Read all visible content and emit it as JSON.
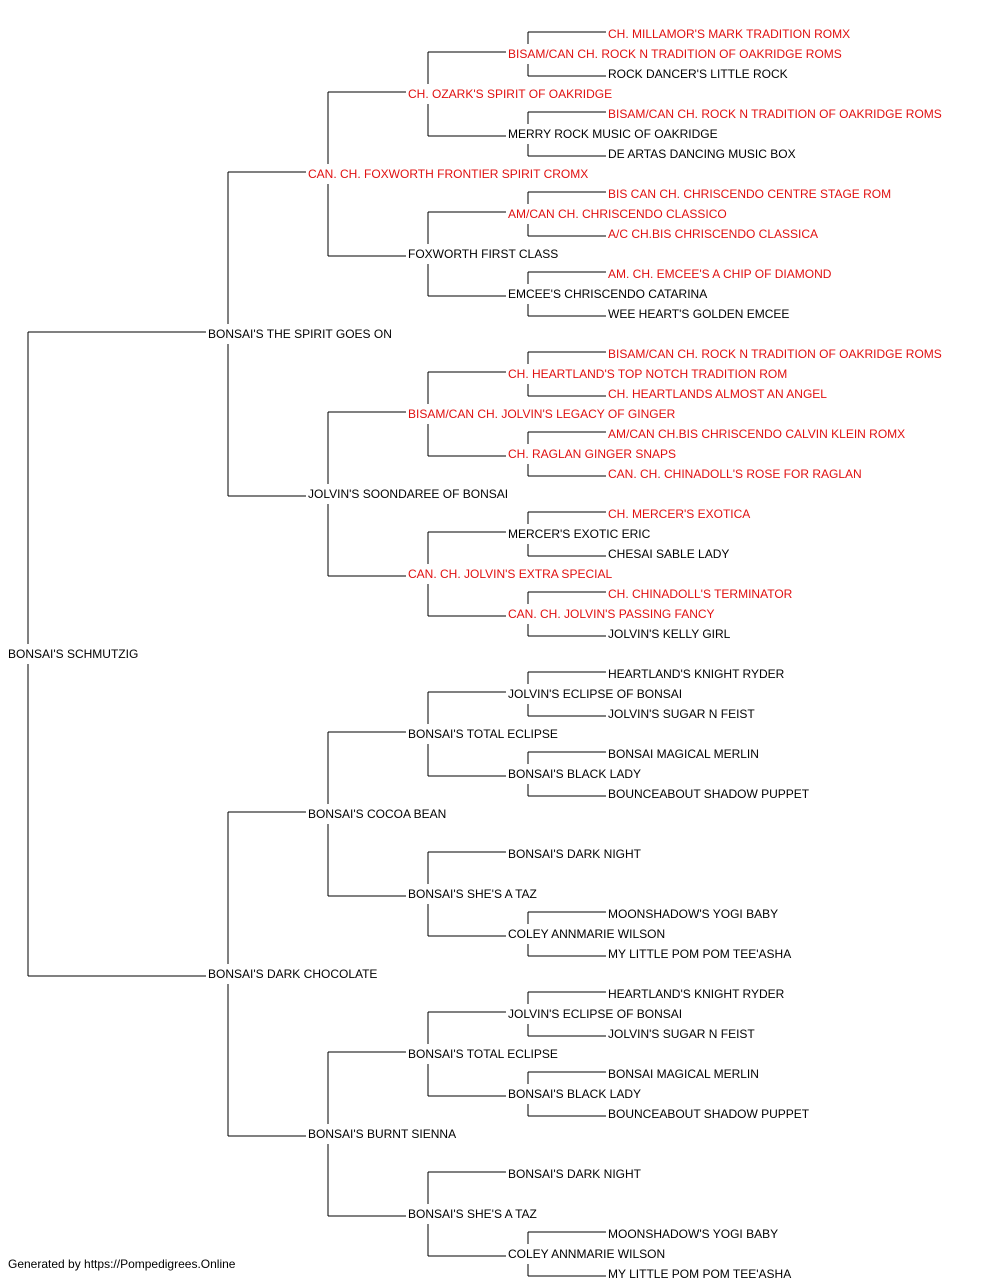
{
  "colors": {
    "champion": "#e01010",
    "normal": "#000000",
    "lines": "#000000"
  },
  "footer": "Generated by https://Pompedigrees.Online",
  "pedigree": {
    "name": "BONSAI'S SCHMUTZIG",
    "champion": false,
    "sire": {
      "name": "BONSAI'S THE SPIRIT GOES ON",
      "champion": false,
      "sire": {
        "name": "CAN. CH. FOXWORTH FRONTIER SPIRIT CROMX",
        "champion": true,
        "sire": {
          "name": "CH. OZARK'S SPIRIT OF OAKRIDGE",
          "champion": true,
          "sire": {
            "name": "BISAM/CAN CH. ROCK N TRADITION OF OAKRIDGE ROMS",
            "champion": true,
            "sire": {
              "name": "CH. MILLAMOR'S MARK TRADITION ROMX",
              "champion": true
            },
            "dam": {
              "name": "ROCK DANCER'S LITTLE ROCK",
              "champion": false
            }
          },
          "dam": {
            "name": "MERRY ROCK MUSIC OF OAKRIDGE",
            "champion": false,
            "sire": {
              "name": "BISAM/CAN CH. ROCK N TRADITION OF OAKRIDGE ROMS",
              "champion": true
            },
            "dam": {
              "name": "DE ARTAS DANCING MUSIC BOX",
              "champion": false
            }
          }
        },
        "dam": {
          "name": "FOXWORTH FIRST CLASS",
          "champion": false,
          "sire": {
            "name": "AM/CAN CH. CHRISCENDO CLASSICO",
            "champion": true,
            "sire": {
              "name": "BIS CAN CH. CHRISCENDO CENTRE STAGE ROM",
              "champion": true
            },
            "dam": {
              "name": "A/C CH.BIS CHRISCENDO CLASSICA",
              "champion": true
            }
          },
          "dam": {
            "name": "EMCEE'S CHRISCENDO CATARINA",
            "champion": false,
            "sire": {
              "name": "AM. CH. EMCEE'S A CHIP OF DIAMOND",
              "champion": true
            },
            "dam": {
              "name": "WEE HEART'S GOLDEN EMCEE",
              "champion": false
            }
          }
        }
      },
      "dam": {
        "name": "JOLVIN'S SOONDAREE OF BONSAI",
        "champion": false,
        "sire": {
          "name": "BISAM/CAN CH. JOLVIN'S LEGACY OF GINGER",
          "champion": true,
          "sire": {
            "name": "CH. HEARTLAND'S TOP NOTCH TRADITION ROM",
            "champion": true,
            "sire": {
              "name": "BISAM/CAN CH. ROCK N TRADITION OF OAKRIDGE ROMS",
              "champion": true
            },
            "dam": {
              "name": "CH. HEARTLANDS ALMOST AN ANGEL",
              "champion": true
            }
          },
          "dam": {
            "name": "CH. RAGLAN GINGER SNAPS",
            "champion": true,
            "sire": {
              "name": "AM/CAN CH.BIS CHRISCENDO CALVIN KLEIN ROMX",
              "champion": true
            },
            "dam": {
              "name": "CAN. CH. CHINADOLL'S ROSE FOR RAGLAN",
              "champion": true
            }
          }
        },
        "dam": {
          "name": "CAN. CH. JOLVIN'S EXTRA SPECIAL",
          "champion": true,
          "sire": {
            "name": "MERCER'S EXOTIC ERIC",
            "champion": false,
            "sire": {
              "name": "CH. MERCER'S EXOTICA",
              "champion": true
            },
            "dam": {
              "name": "CHESAI SABLE LADY",
              "champion": false
            }
          },
          "dam": {
            "name": "CAN. CH. JOLVIN'S PASSING FANCY",
            "champion": true,
            "sire": {
              "name": "CH. CHINADOLL'S TERMINATOR",
              "champion": true
            },
            "dam": {
              "name": "JOLVIN'S KELLY GIRL",
              "champion": false
            }
          }
        }
      }
    },
    "dam": {
      "name": "BONSAI'S DARK CHOCOLATE",
      "champion": false,
      "sire": {
        "name": "BONSAI'S COCOA BEAN",
        "champion": false,
        "sire": {
          "name": "BONSAI'S TOTAL ECLIPSE",
          "champion": false,
          "sire": {
            "name": "JOLVIN'S ECLIPSE OF BONSAI",
            "champion": false,
            "sire": {
              "name": "HEARTLAND'S KNIGHT RYDER",
              "champion": false
            },
            "dam": {
              "name": "JOLVIN'S SUGAR N FEIST",
              "champion": false
            }
          },
          "dam": {
            "name": "BONSAI'S BLACK LADY",
            "champion": false,
            "sire": {
              "name": "BONSAI MAGICAL MERLIN",
              "champion": false
            },
            "dam": {
              "name": "BOUNCEABOUT SHADOW PUPPET",
              "champion": false
            }
          }
        },
        "dam": {
          "name": "BONSAI'S SHE'S A TAZ",
          "champion": false,
          "sire": {
            "name": "BONSAI'S DARK NIGHT",
            "champion": false
          },
          "dam": {
            "name": "COLEY ANNMARIE WILSON",
            "champion": false,
            "sire": {
              "name": "MOONSHADOW'S YOGI BABY",
              "champion": false
            },
            "dam": {
              "name": "MY LITTLE POM POM TEE'ASHA",
              "champion": false
            }
          }
        }
      },
      "dam": {
        "name": "BONSAI'S BURNT SIENNA",
        "champion": false,
        "sire": {
          "name": "BONSAI'S TOTAL ECLIPSE",
          "champion": false,
          "sire": {
            "name": "JOLVIN'S ECLIPSE OF BONSAI",
            "champion": false,
            "sire": {
              "name": "HEARTLAND'S KNIGHT RYDER",
              "champion": false
            },
            "dam": {
              "name": "JOLVIN'S SUGAR N FEIST",
              "champion": false
            }
          },
          "dam": {
            "name": "BONSAI'S BLACK LADY",
            "champion": false,
            "sire": {
              "name": "BONSAI MAGICAL MERLIN",
              "champion": false
            },
            "dam": {
              "name": "BOUNCEABOUT SHADOW PUPPET",
              "champion": false
            }
          }
        },
        "dam": {
          "name": "BONSAI'S SHE'S A TAZ",
          "champion": false,
          "sire": {
            "name": "BONSAI'S DARK NIGHT",
            "champion": false
          },
          "dam": {
            "name": "COLEY ANNMARIE WILSON",
            "champion": false,
            "sire": {
              "name": "MOONSHADOW'S YOGI BABY",
              "champion": false
            },
            "dam": {
              "name": "MY LITTLE POM POM TEE'ASHA",
              "champion": false
            }
          }
        }
      }
    }
  }
}
